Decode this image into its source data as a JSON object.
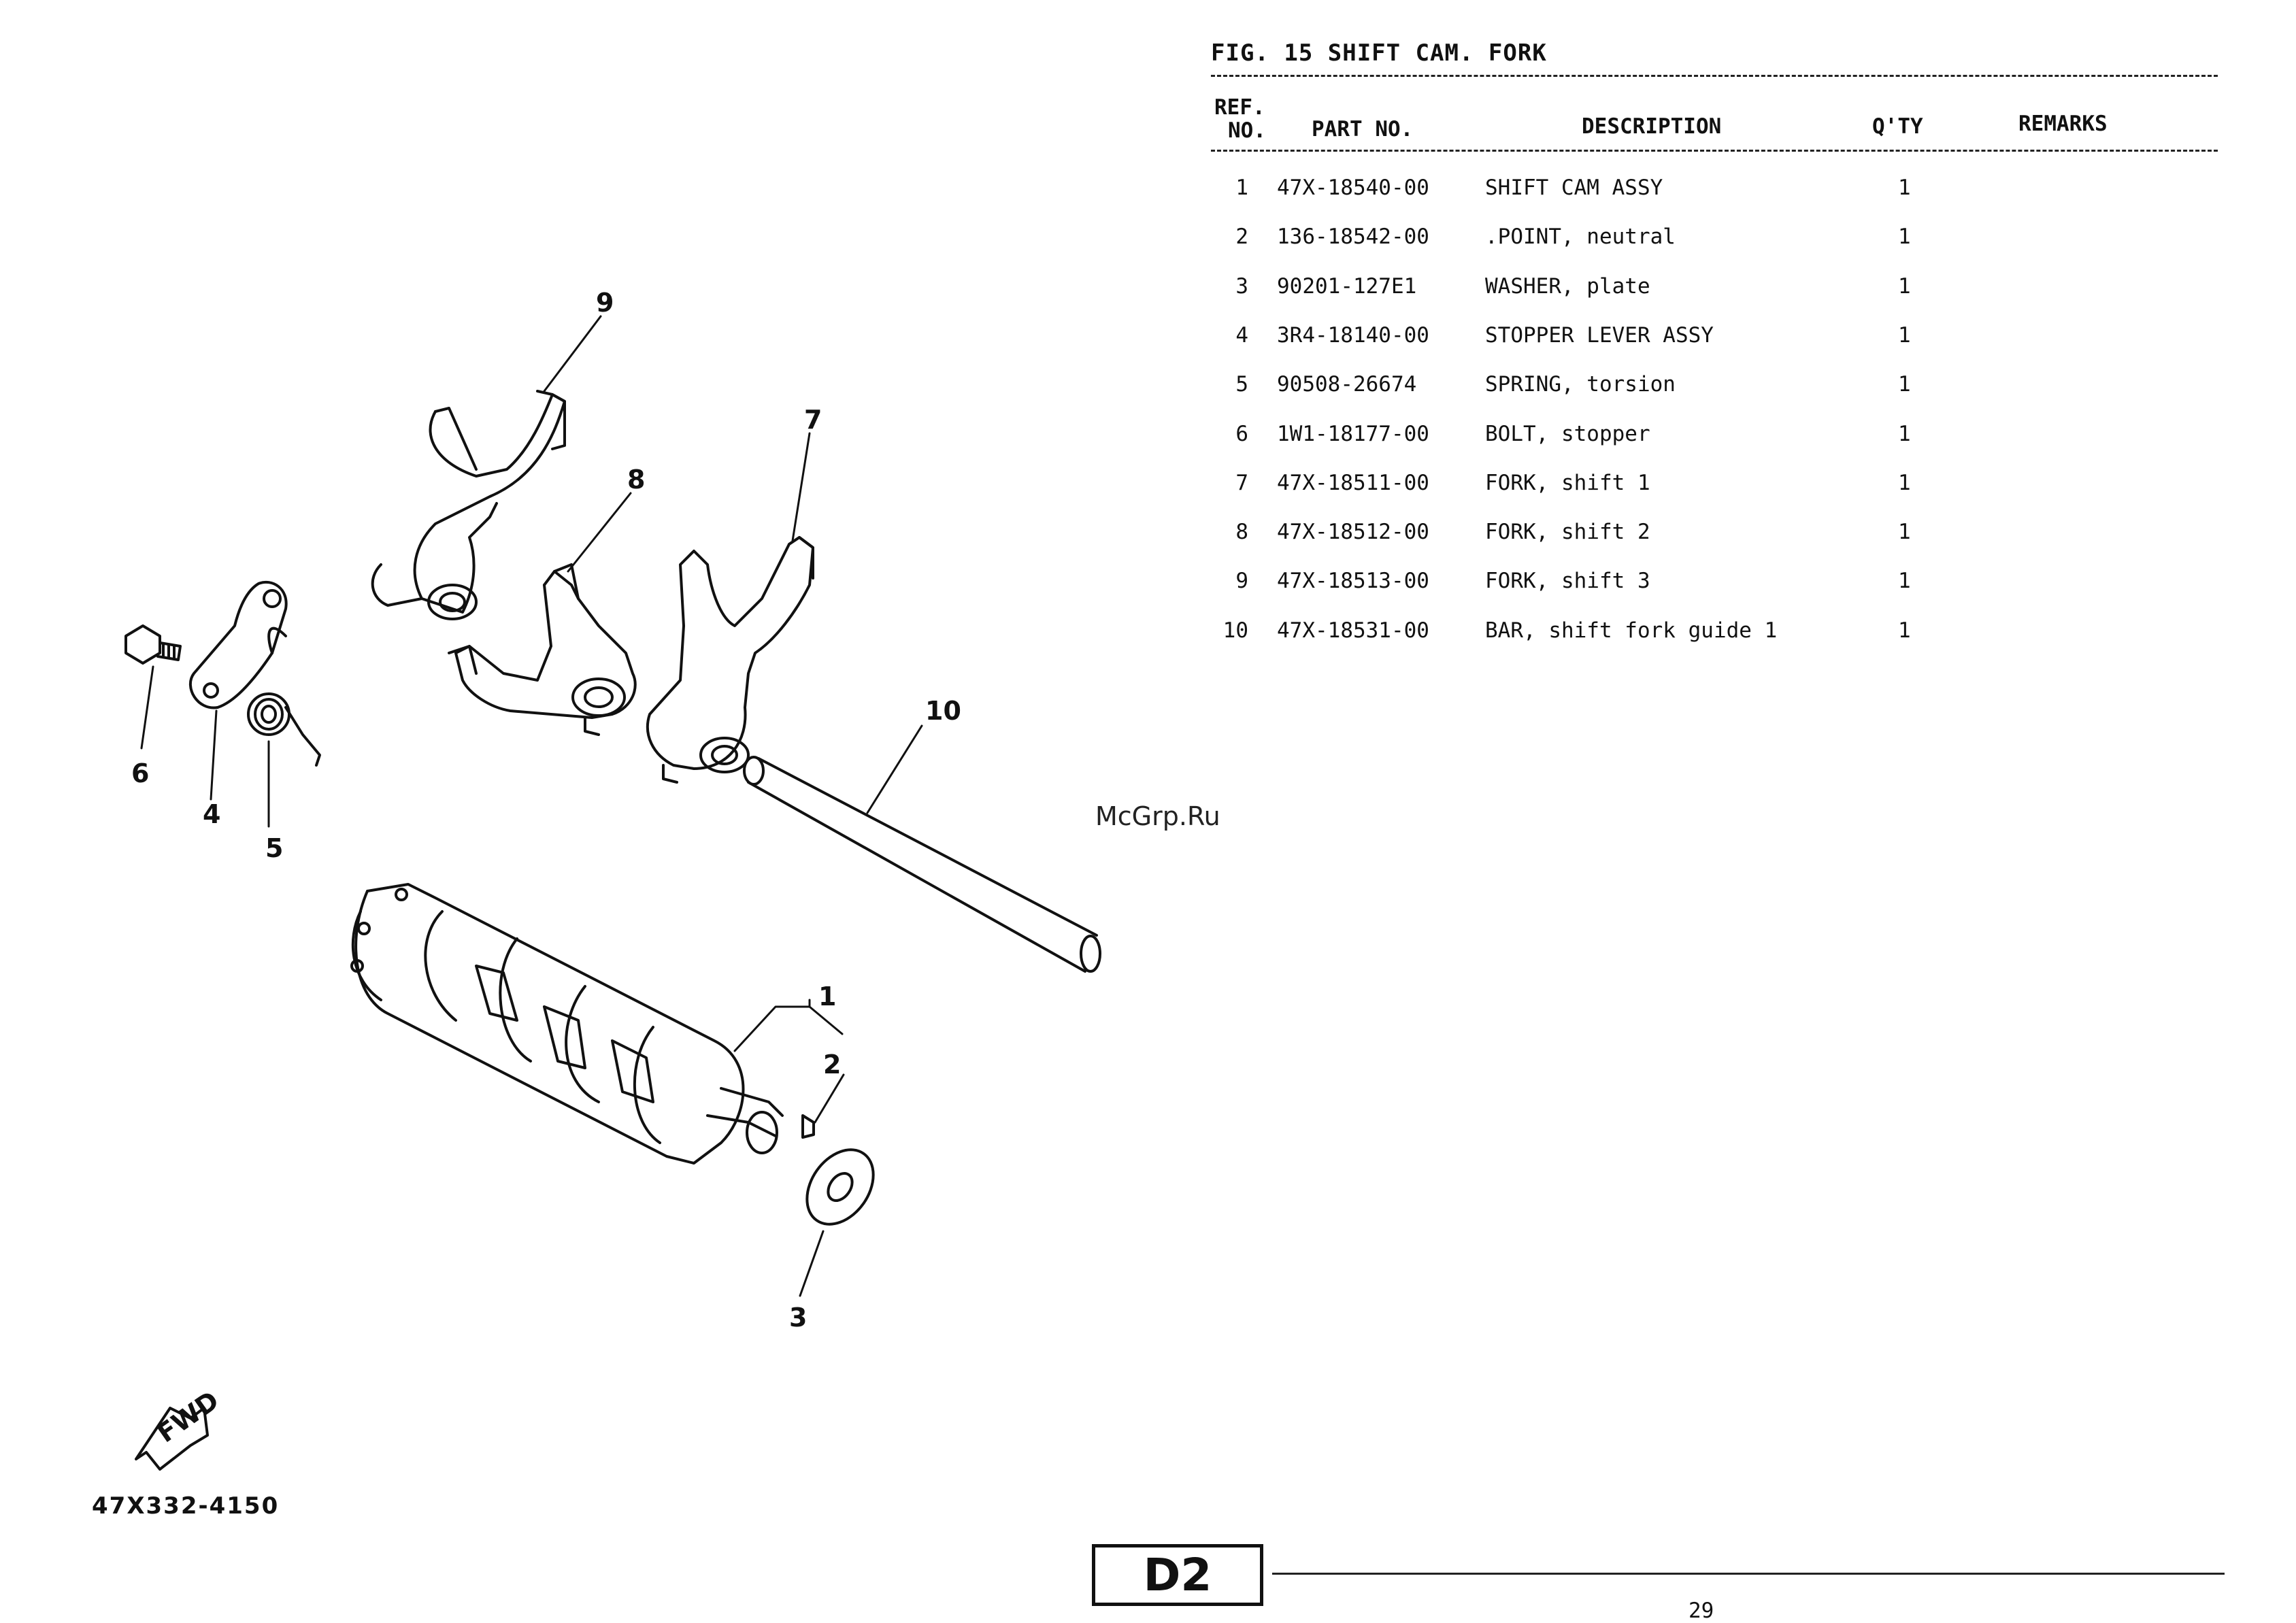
{
  "figure": {
    "title": "FIG. 15  SHIFT CAM. FORK"
  },
  "table": {
    "headers": {
      "ref_line1": "REF.",
      "ref_line2": "NO.",
      "part_no": "PART NO.",
      "description": "DESCRIPTION",
      "qty": "Q'TY",
      "remarks": "REMARKS"
    },
    "rows": [
      {
        "ref": "1",
        "part_no": "47X-18540-00",
        "description": "SHIFT CAM ASSY",
        "qty": "1",
        "remarks": ""
      },
      {
        "ref": "2",
        "part_no": "136-18542-00",
        "description": ".POINT, neutral",
        "qty": "1",
        "remarks": ""
      },
      {
        "ref": "3",
        "part_no": "90201-127E1",
        "description": "WASHER, plate",
        "qty": "1",
        "remarks": ""
      },
      {
        "ref": "4",
        "part_no": "3R4-18140-00",
        "description": "STOPPER LEVER ASSY",
        "qty": "1",
        "remarks": ""
      },
      {
        "ref": "5",
        "part_no": "90508-26674",
        "description": "SPRING, torsion",
        "qty": "1",
        "remarks": ""
      },
      {
        "ref": "6",
        "part_no": "1W1-18177-00",
        "description": "BOLT, stopper",
        "qty": "1",
        "remarks": ""
      },
      {
        "ref": "7",
        "part_no": "47X-18511-00",
        "description": "FORK, shift 1",
        "qty": "1",
        "remarks": ""
      },
      {
        "ref": "8",
        "part_no": "47X-18512-00",
        "description": "FORK, shift 2",
        "qty": "1",
        "remarks": ""
      },
      {
        "ref": "9",
        "part_no": "47X-18513-00",
        "description": "FORK, shift 3",
        "qty": "1",
        "remarks": ""
      },
      {
        "ref": "10",
        "part_no": "47X-18531-00",
        "description": "BAR, shift fork guide 1",
        "qty": "1",
        "remarks": ""
      }
    ]
  },
  "diagram": {
    "callouts": [
      "9",
      "8",
      "7",
      "6",
      "4",
      "5",
      "10",
      "1",
      "2",
      "3"
    ],
    "fwd_label": "FWD",
    "drawing_number": "47X332-4150"
  },
  "watermark": "McGrp.Ru",
  "footer": {
    "section": "D2",
    "page_number": "29"
  }
}
